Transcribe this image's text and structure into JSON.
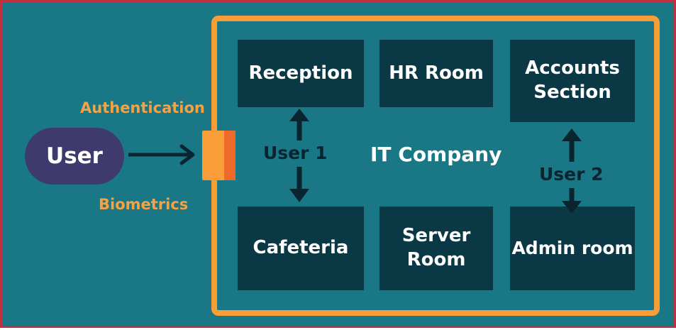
{
  "user_node": {
    "label": "User"
  },
  "labels": {
    "authentication": "Authentication",
    "biometrics": "Biometrics"
  },
  "company": {
    "label": "IT Company"
  },
  "rooms": [
    {
      "label": "Reception"
    },
    {
      "label": "HR Room"
    },
    {
      "label": "Accounts Section"
    },
    {
      "label": "Cafeteria"
    },
    {
      "label": "Server Room"
    },
    {
      "label": "Admin room"
    }
  ],
  "paths": [
    {
      "label": "User 1",
      "from": "Reception",
      "to": "Cafeteria"
    },
    {
      "label": "User 2",
      "from": "Accounts Section",
      "to": "Admin room"
    }
  ],
  "colors": {
    "background": "#1a7785",
    "border": "#c0313f",
    "frame": "#f89d37",
    "room": "#0a3845",
    "user_pill": "#3f3a6e",
    "label_orange": "#f6a243",
    "arrow": "#0a2530"
  }
}
